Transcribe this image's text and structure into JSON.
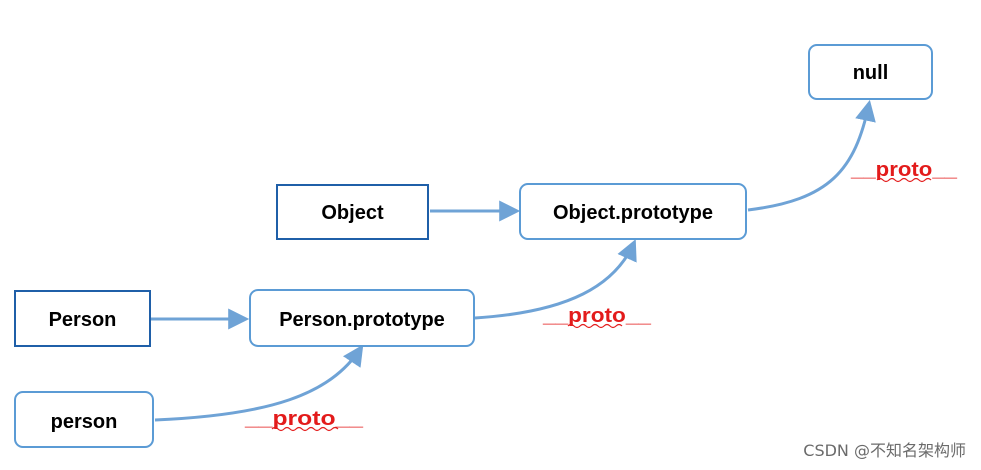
{
  "colors": {
    "box_border": "#1f5fa8",
    "rounded_border": "#5b9bd5",
    "arrow": "#6fa3d6",
    "proto_label": "#e31b1b",
    "squiggle": "#e31b1b",
    "watermark": "#6b6b6b"
  },
  "nodes": {
    "null": {
      "label": "null"
    },
    "object": {
      "label": "Object"
    },
    "object_prototype": {
      "label": "Object.prototype"
    },
    "person_ctor": {
      "label": "Person"
    },
    "person_prototype": {
      "label": "Person.prototype"
    },
    "person_instance": {
      "label": "person"
    }
  },
  "edges": {
    "object_to_object_prototype": {
      "from": "Object",
      "to": "Object.prototype",
      "kind": "straight"
    },
    "person_to_person_prototype": {
      "from": "Person",
      "to": "Person.prototype",
      "kind": "straight"
    },
    "person_instance_proto": {
      "from": "person",
      "to": "Person.prototype",
      "kind": "curved",
      "label": "__proto__"
    },
    "person_prototype_proto": {
      "from": "Person.prototype",
      "to": "Object.prototype",
      "kind": "curved",
      "label": "__proto__"
    },
    "object_prototype_proto": {
      "from": "Object.prototype",
      "to": "null",
      "kind": "curved",
      "label": "__proto__"
    }
  },
  "watermark": {
    "text": "CSDN @不知名架构师"
  }
}
